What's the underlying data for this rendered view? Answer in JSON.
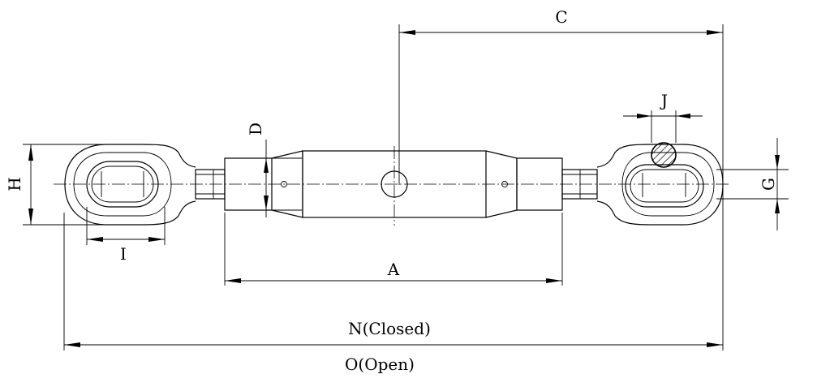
{
  "dimensions": {
    "c": "C",
    "j": "J",
    "d": "D",
    "h": "H",
    "g": "G",
    "i": "I",
    "a": "A",
    "n": "N(Closed)",
    "o": "O(Open)"
  }
}
